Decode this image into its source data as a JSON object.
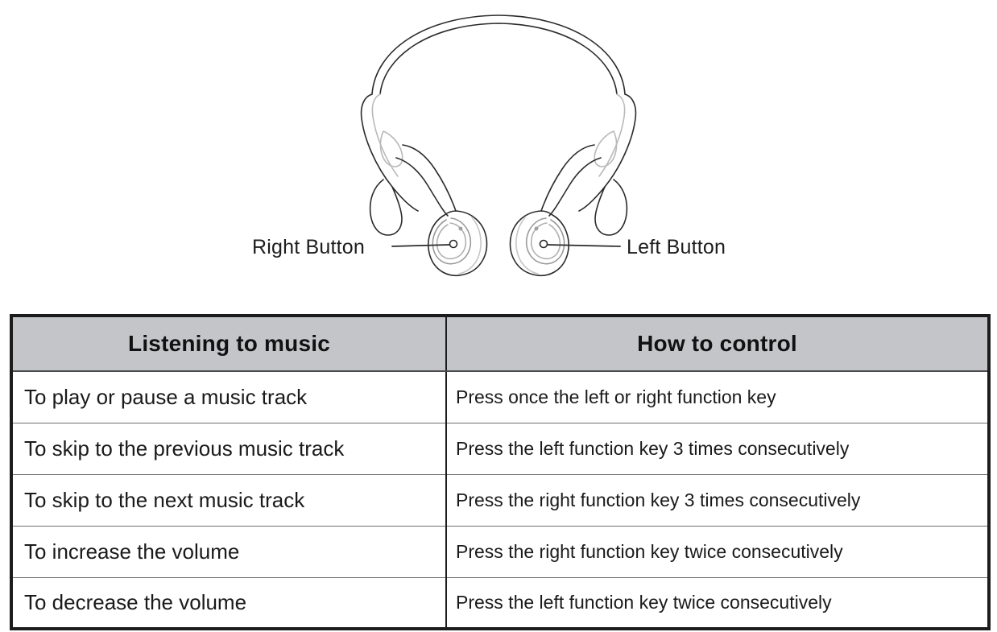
{
  "illustration": {
    "device_name": "bone-conduction-headset",
    "callouts": [
      {
        "id": "right-button",
        "label": "Right Button",
        "side": "left-of-device"
      },
      {
        "id": "left-button",
        "label": "Left Button",
        "side": "right-of-device"
      }
    ]
  },
  "table": {
    "headers": [
      "Listening to music",
      "How to control"
    ],
    "rows": [
      {
        "action": "To play or pause a music track",
        "howto": "Press once the left or right function key"
      },
      {
        "action": "To skip to the previous music track",
        "howto": "Press the left function key 3 times consecutively"
      },
      {
        "action": "To skip to the next music track",
        "howto": "Press the right function key 3 times consecutively"
      },
      {
        "action": "To increase the volume",
        "howto": "Press the right function key twice consecutively"
      },
      {
        "action": "To decrease the volume",
        "howto": "Press the left function key twice consecutively"
      }
    ]
  },
  "colors": {
    "header_fill": "#c4c5c8",
    "outer_border": "#1c1c1c",
    "inner_border": "#6e6e6e",
    "text": "#1a1a1a",
    "line_art": "#2b2b2b",
    "line_art_light": "#b9b9b9",
    "background": "#ffffff"
  }
}
